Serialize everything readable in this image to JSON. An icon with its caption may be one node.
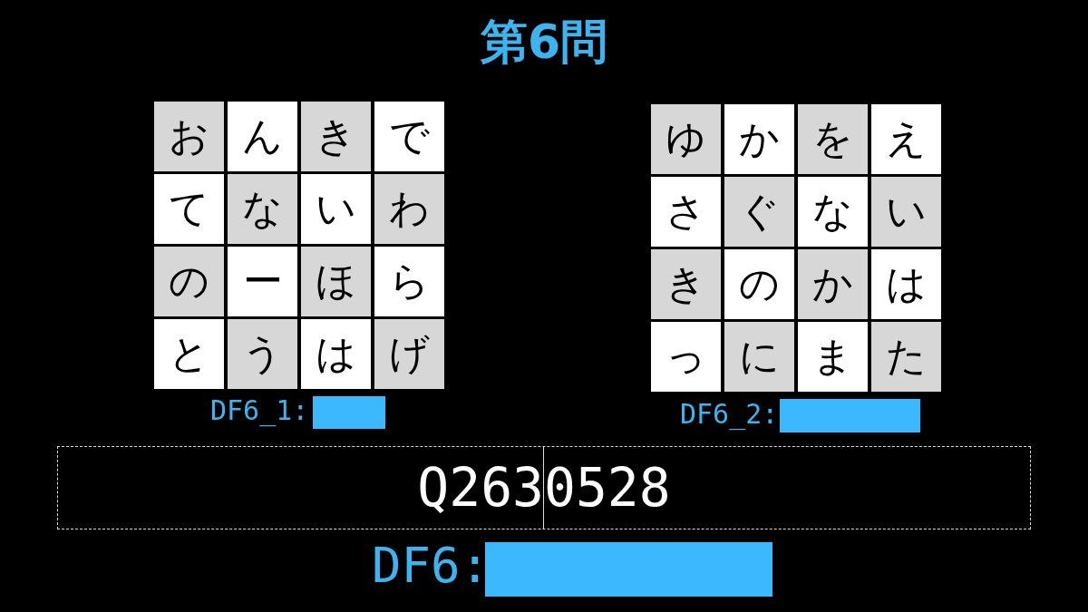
{
  "diagram": {
    "title": "第6問",
    "labels": [
      "お",
      "ん",
      "き",
      "で",
      "て",
      "な",
      "い",
      "わ",
      "の",
      "ー",
      "ほ",
      "ら",
      "と",
      "う",
      "は",
      "げ",
      "DF6_1:",
      "ゆ",
      "か",
      "を",
      "え",
      "さ",
      "ぐ",
      "な",
      "い",
      "き",
      "の",
      "か",
      "は",
      "っ",
      "に",
      "ま",
      "た",
      "DF6_2:",
      "Q2630528",
      "DF6:"
    ]
  }
}
